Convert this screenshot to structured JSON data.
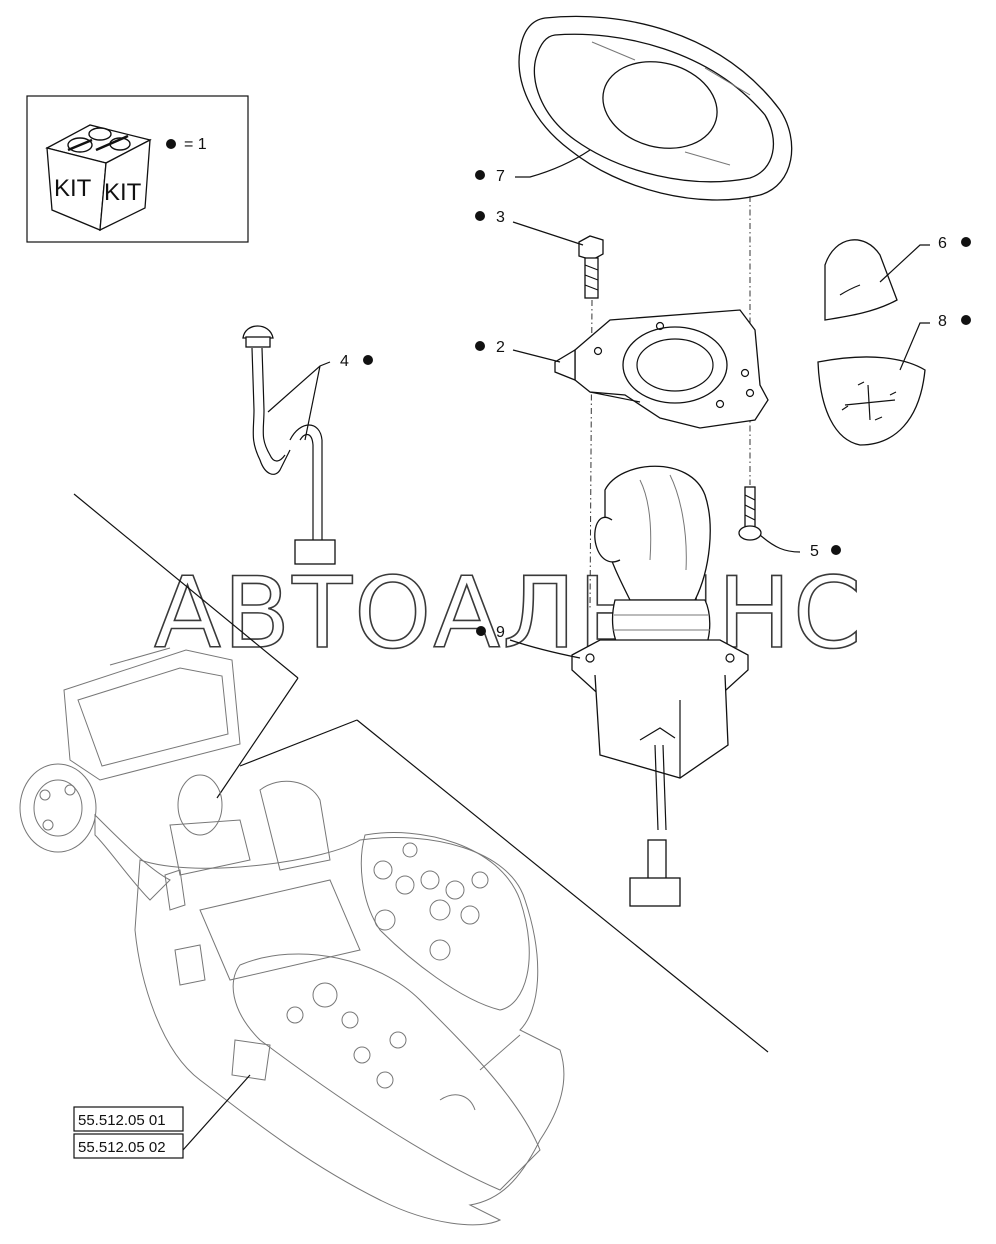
{
  "kit": {
    "box_label_left": "KIT",
    "box_label_right": "KIT",
    "legend_text": "= 1"
  },
  "callouts": [
    {
      "id": "7",
      "label": "7"
    },
    {
      "id": "3",
      "label": "3"
    },
    {
      "id": "2",
      "label": "2"
    },
    {
      "id": "4",
      "label": "4"
    },
    {
      "id": "6",
      "label": "6"
    },
    {
      "id": "8",
      "label": "8"
    },
    {
      "id": "5",
      "label": "5"
    },
    {
      "id": "9",
      "label": "9"
    }
  ],
  "references": [
    "55.512.05 01",
    "55.512.05 02"
  ],
  "watermark": "АВТОАЛЬЯНС",
  "colors": {
    "ink": "#111111",
    "background": "#ffffff",
    "ghost": "#777777"
  }
}
